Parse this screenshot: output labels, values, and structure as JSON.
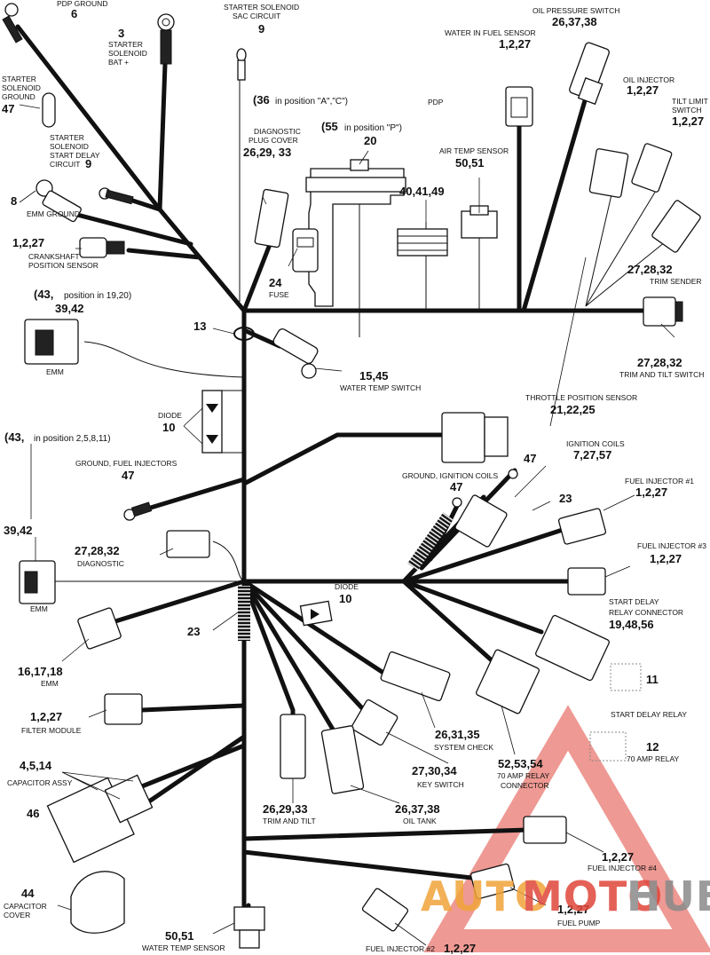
{
  "labels": {
    "pdp_ground": "PDP GROUND",
    "pdp_ground_num": "6",
    "starter_bat_num": "3",
    "starter_bat_1": "STARTER",
    "starter_bat_2": "SOLENOID",
    "starter_bat_3": "BAT +",
    "sac_1": "STARTER SOLENOID",
    "sac_2": "SAC CIRCUIT",
    "sac_num": "9",
    "oil_pressure": "OIL PRESSURE SWITCH",
    "oil_pressure_num": "26,37,38",
    "water_fuel": "WATER IN FUEL SENSOR",
    "water_fuel_num": "1,2,27",
    "oil_injector": "OIL INJECTOR",
    "oil_injector_num": "1,2,27",
    "tilt_limit_1": "TILT LIMIT",
    "tilt_limit_2": "SWITCH",
    "tilt_limit_num": "1,2,27",
    "ssg_1": "STARTER",
    "ssg_2": "SOLENOID",
    "ssg_3": "GROUND",
    "ssg_num": "47",
    "pos_ac_num": "(36",
    "pos_ac_text": "in position \"A\",\"C\")",
    "diag_cover_1": "DIAGNOSTIC",
    "diag_cover_2": "PLUG COVER",
    "diag_cover_num": "26,29, 33",
    "pos_p_num": "(55",
    "pos_p_text": "in position \"P\")",
    "pdp_num": "20",
    "pdp_label": "PDP",
    "pdp_group_num": "40,41,49",
    "air_temp": "AIR TEMP SENSOR",
    "air_temp_num": "50,51",
    "ssdc_1": "STARTER",
    "ssdc_2": "SOLENOID",
    "ssdc_3": "START DELAY",
    "ssdc_4": "CIRCUIT",
    "ssdc_num": "9",
    "emm_ground_num": "8",
    "emm_ground": "EMM GROUND",
    "crank_num": "1,2,27",
    "crank_1": "CRANKSHAFT",
    "crank_2": "POSITION SENSOR",
    "fuse_num": "24",
    "fuse": "FUSE",
    "trim_sender_num": "27,28,32",
    "trim_sender": "TRIM SENDER",
    "pos1920_num": "(43,",
    "pos1920_text": "position in 19,20)",
    "emm_top_num": "39,42",
    "emm_top": "EMM",
    "num13": "13",
    "water_temp_switch_num": "15,45",
    "water_temp_switch": "WATER TEMP SWITCH",
    "trim_tilt_switch_num": "27,28,32",
    "trim_tilt_switch": "TRIM AND TILT SWITCH",
    "diode_top": "DIODE",
    "diode_top_num": "10",
    "throttle": "THROTTLE POSITION SENSOR",
    "throttle_num": "21,22,25",
    "pos2581_num": "(43,",
    "pos2581_text": "in position 2,5,8,11)",
    "ign_coils": "IGNITION COILS",
    "ign_coils_num": "7,27,57",
    "gnd_ign_num_top": "47",
    "gnd_ign": "GROUND, IGNITION COILS",
    "gnd_ign_num": "47",
    "gnd_fuel": "GROUND, FUEL INJECTORS",
    "gnd_fuel_num": "47",
    "num23_right": "23",
    "fi1": "FUEL INJECTOR #1",
    "fi1_num": "1,2,27",
    "fi3": "FUEL INJECTOR #3",
    "fi3_num": "1,2,27",
    "emm_mid_num": "39,42",
    "emm_mid": "EMM",
    "diagnostic_num": "27,28,32",
    "diagnostic": "DIAGNOSTIC",
    "start_delay_conn_1": "START DELAY",
    "start_delay_conn_2": "RELAY CONNECTOR",
    "start_delay_conn_num": "19,48,56",
    "diode_low": "DIODE",
    "diode_low_num": "10",
    "num23_left": "23",
    "emm_low_num": "16,17,18",
    "emm_low": "EMM",
    "sdr_num": "11",
    "sdr": "START DELAY RELAY",
    "filter_num": "1,2,27",
    "filter": "FILTER MODULE",
    "system_check_num": "26,31,35",
    "system_check": "SYSTEM CHECK",
    "amp70_num": "12",
    "amp70": "70 AMP RELAY",
    "cap_assy_num": "4,5,14",
    "cap_assy": "CAPACITOR ASSY",
    "key_switch_num": "27,30,34",
    "key_switch": "KEY SWITCH",
    "conn70_num": "52,53,54",
    "conn70_1": "70 AMP RELAY",
    "conn70_2": "CONNECTOR",
    "cap46": "46",
    "trim_tilt_num": "26,29,33",
    "trim_tilt": "TRIM AND TILT",
    "oil_tank_num": "26,37,38",
    "oil_tank": "OIL TANK",
    "fi4_num": "1,2,27",
    "fi4": "FUEL INJECTOR #4",
    "cap_cover_num": "44",
    "cap_cover_1": "CAPACITOR",
    "cap_cover_2": "COVER",
    "fuel_pump_num": "1,2,27",
    "fuel_pump": "FUEL PUMP",
    "wts_num": "50,51",
    "wts": "WATER TEMP SENSOR",
    "fi2": "FUEL INJECTOR #2",
    "fi2_num": "1,2,27"
  },
  "watermark": {
    "auto": "AUTO",
    "moto": "MOTO",
    "hub": "HUB",
    "color_red": "#e0463a",
    "color_orange": "#f2a43a",
    "color_gray": "#8a8a8a"
  }
}
